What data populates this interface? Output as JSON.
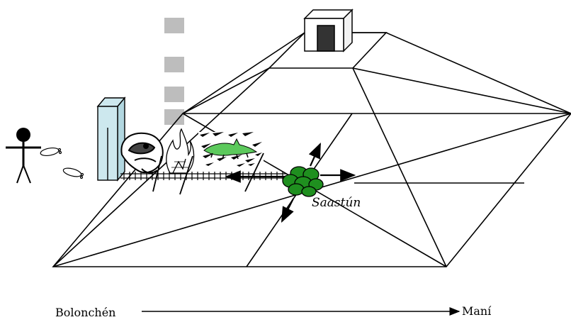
{
  "labels": {
    "center_stones": "Saastún",
    "origin_place": "Bolonchén",
    "destination_place": "Maní"
  },
  "icons": [
    "person-icon",
    "footprints-icon",
    "stela-icon",
    "serpent-head-icon",
    "fire-icon",
    "crocodile-icon",
    "stones-icon",
    "temple-icon"
  ],
  "colors": {
    "line": "#000000",
    "stela_fill": "#cde8ee",
    "stones_fill": "#1f8f1f",
    "crocodile_fill": "#5cc95c",
    "grey_squares": "#bdbdbd",
    "temple_door": "#333333"
  }
}
